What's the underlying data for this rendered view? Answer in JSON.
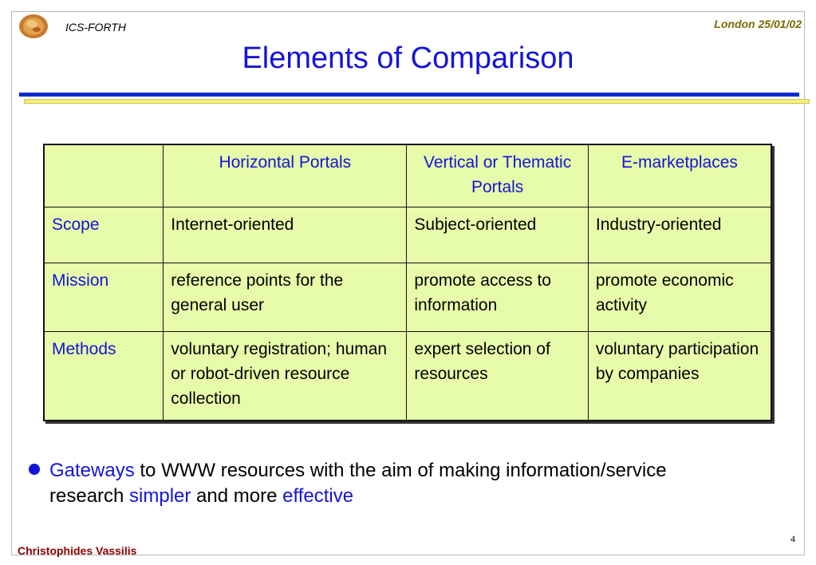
{
  "header": {
    "org": "ICS-FORTH",
    "date": "London 25/01/02",
    "title": "Elements of Comparison"
  },
  "table": {
    "columns": [
      "",
      "Horizontal Portals",
      "Vertical or Thematic Portals",
      "E-marketplaces"
    ],
    "rows": [
      {
        "label": "Scope",
        "cells": [
          "Internet-oriented",
          "Subject-oriented",
          "Industry-oriented"
        ]
      },
      {
        "label": "Mission",
        "cells": [
          "reference points for the general user",
          "promote access to information",
          "promote economic activity"
        ]
      },
      {
        "label": "Methods",
        "cells": [
          "voluntary registration; human or robot-driven resource collection",
          "expert selection of resources",
          "voluntary participation by companies"
        ]
      }
    ]
  },
  "bullet": {
    "highlight1": "Gateways",
    "text1": " to WWW resources with the aim of making information/service",
    "text2": "research ",
    "highlight2": "simpler",
    "text3": " and more ",
    "highlight3": "effective"
  },
  "footer": {
    "author": "Christophides Vassilis",
    "page": "4"
  },
  "colors": {
    "accent_blue": "#1414d8",
    "table_bg": "#e6fcaa",
    "date_color": "#7a6a00",
    "author_color": "#8b0000"
  }
}
